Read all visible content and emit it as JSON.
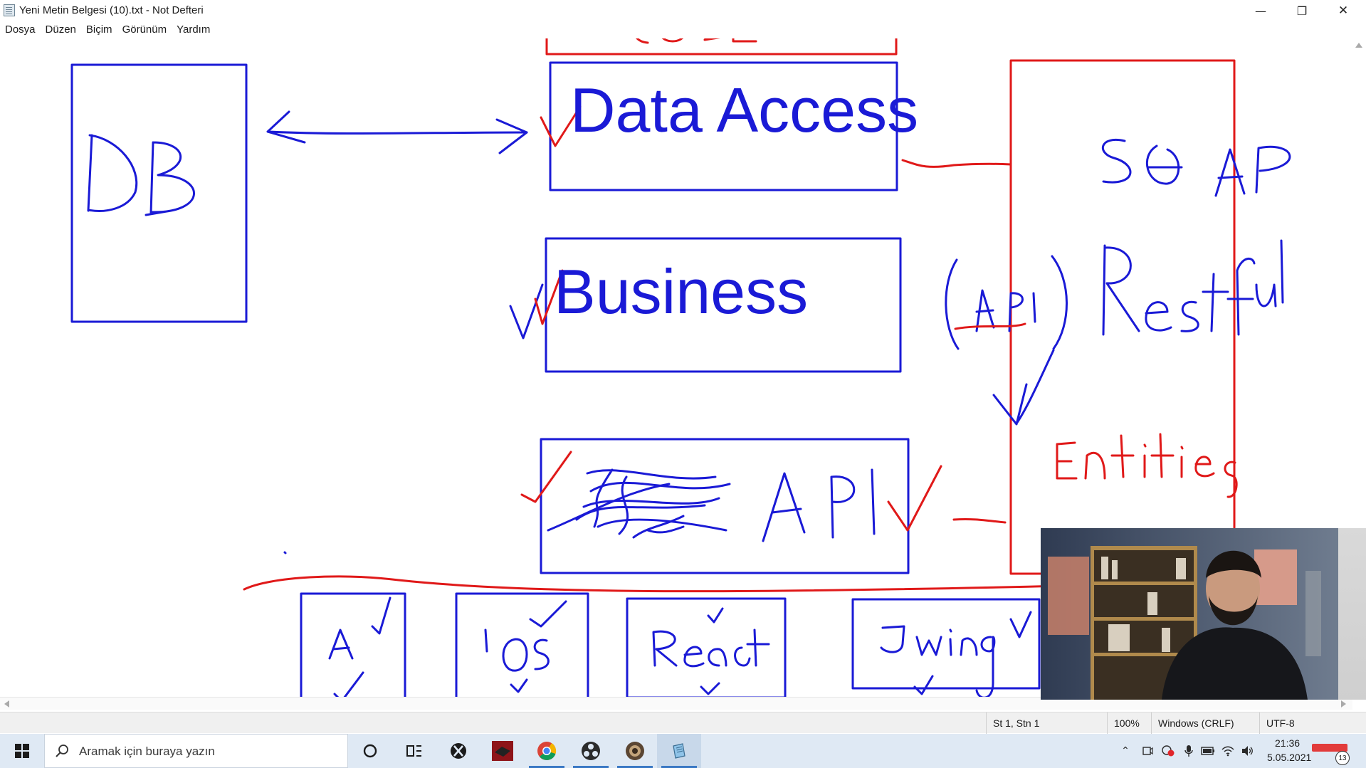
{
  "window": {
    "title": "Yeni Metin Belgesi (10).txt - Not Defteri",
    "controls": {
      "minimize": "—",
      "maximize": "❐",
      "close": "✕"
    }
  },
  "menu": [
    "Dosya",
    "Düzen",
    "Biçim",
    "Görünüm",
    "Yardım"
  ],
  "drawing": {
    "typed_labels": {
      "data_access": "Data Access",
      "business": "Business"
    },
    "handwritten": {
      "db": "DB",
      "core": "CORE",
      "api": "API",
      "api_paren": "(API)",
      "soap": "SOAP",
      "restful": "Restful",
      "entities": "Entities",
      "clients": [
        "A",
        "IOS",
        "React",
        "Swing"
      ]
    },
    "colors": {
      "blue": "#1a1ad6",
      "red": "#e01919"
    }
  },
  "statusbar": {
    "position": "St 1, Stn 1",
    "zoom": "100%",
    "line_ending": "Windows (CRLF)",
    "encoding": "UTF-8"
  },
  "taskbar": {
    "search_placeholder": "Aramak için buraya yazın",
    "apps": [
      "cortana-icon",
      "task-view-icon",
      "xbox-icon",
      "app-red-icon",
      "chrome-icon",
      "obs-icon",
      "app-brown-icon",
      "notepad-icon"
    ],
    "clock_time": "21:36",
    "clock_date": "5.05.2021",
    "notification_count": "13"
  }
}
